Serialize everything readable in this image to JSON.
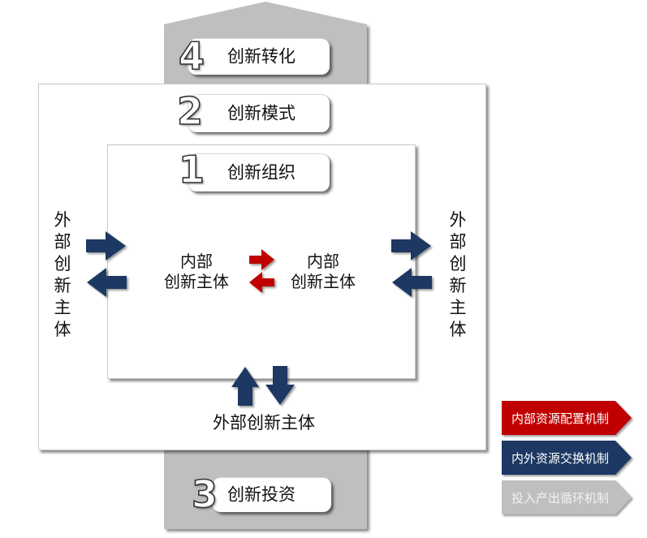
{
  "diagram": {
    "levels": [
      {
        "number": "4",
        "label": "创新转化"
      },
      {
        "number": "2",
        "label": "创新模式"
      },
      {
        "number": "1",
        "label": "创新组织"
      },
      {
        "number": "3",
        "label": "创新投资"
      }
    ],
    "left_external": "外部创新主体",
    "right_external": "外部创新主体",
    "bottom_external": "外部创新主体",
    "internal_a": {
      "line1": "内部",
      "line2": "创新主体"
    },
    "internal_b": {
      "line1": "内部",
      "line2": "创新主体"
    }
  },
  "legend": [
    {
      "label": "内部资源配置机制",
      "color": "#c00000",
      "text_color": "#ffffff"
    },
    {
      "label": "内外资源交换机制",
      "color": "#1f3864",
      "text_color": "#ffffff"
    },
    {
      "label": "投入产出循环机制",
      "color": "#bfbfbf",
      "text_color": "#f2f2f2"
    }
  ],
  "colors": {
    "column_gray": "#bfbfbf",
    "arrow_navy": "#1f3864",
    "arrow_red": "#c00000"
  }
}
